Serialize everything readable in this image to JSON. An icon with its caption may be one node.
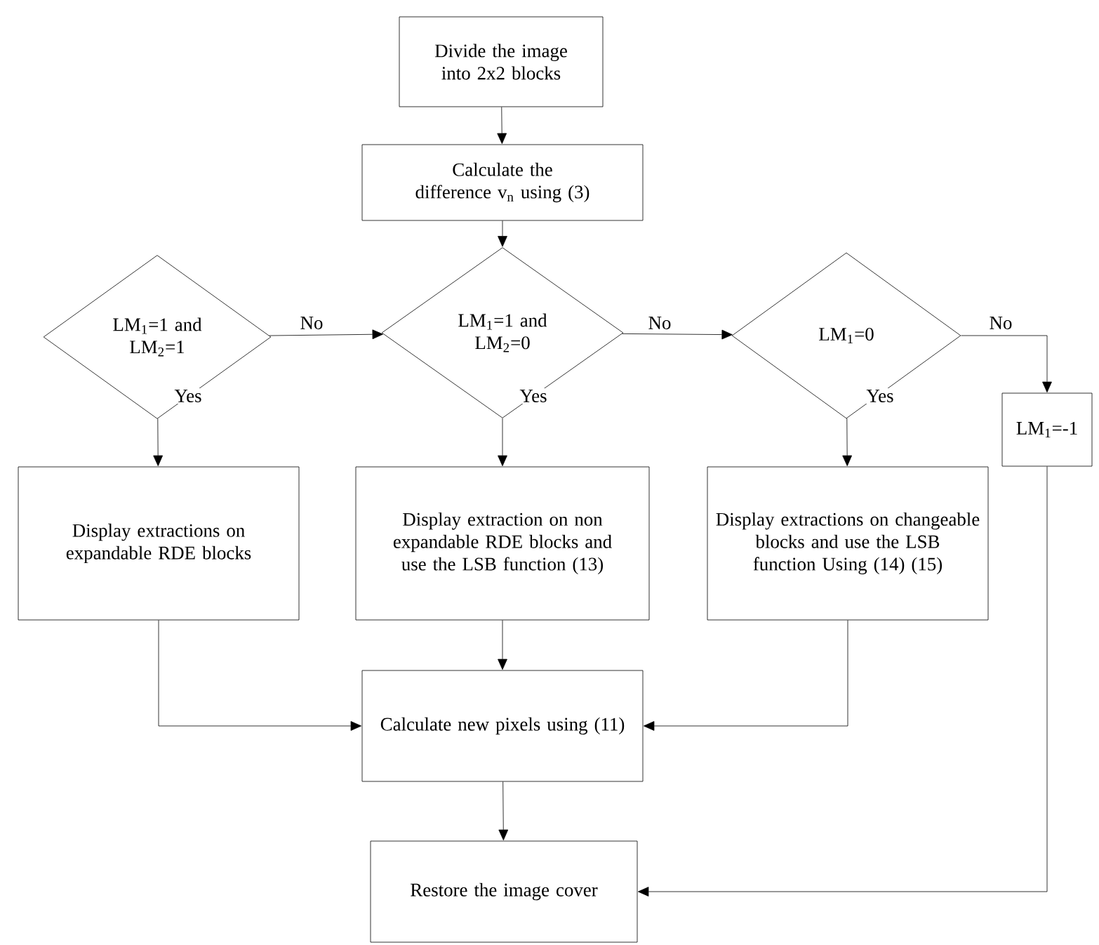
{
  "diagram": {
    "nodes": [
      {
        "text": [
          "Divide the image into 2x2 blocks"
        ]
      },
      {
        "text": [
          "Calculate the difference v$_{n}$ using (3)"
        ]
      },
      {
        "text": [
          "LM$_{1}$=1 and LM$_{2}$=1"
        ]
      },
      {
        "text": [
          "LM$_{1}$=1 and LM$_{2}$=0"
        ]
      },
      {
        "text": [
          "LM$_{1}$=0"
        ]
      },
      {
        "text": [
          "LM$_{1}$=-1"
        ]
      },
      {
        "text": [
          "Display extractions on expandable RDE blocks"
        ]
      },
      {
        "text": [
          "Display extraction on non expandable RDE blocks and use the LSB function (13)"
        ]
      },
      {
        "text": [
          "Display extractions on changeable blocks and use the LSB function Using (14) (15)"
        ]
      },
      {
        "text": [
          "Calculate new pixels using (11)"
        ]
      },
      {
        "text": [
          "Restore the image cover"
        ]
      }
    ],
    "edges": [
      {
        "from": 0,
        "to": 1,
        "arrow": "to"
      },
      {
        "from": 1,
        "to": 3,
        "arrow": "to"
      },
      {
        "from": 2,
        "to": 3,
        "arrow": "to",
        "label": "No"
      },
      {
        "from": 3,
        "to": 4,
        "arrow": "to",
        "label": "No"
      },
      {
        "from": 4,
        "to": 5,
        "arrow": "to",
        "label": "No"
      },
      {
        "from": 2,
        "to": 6,
        "arrow": "to",
        "label": "Yes"
      },
      {
        "from": 3,
        "to": 7,
        "arrow": "to",
        "label": "Yes"
      },
      {
        "from": 4,
        "to": 8,
        "arrow": "to",
        "label": "Yes"
      },
      {
        "from": 6,
        "to": 9,
        "arrow": "to"
      },
      {
        "from": 7,
        "to": 9,
        "arrow": "to"
      },
      {
        "from": 8,
        "to": 9,
        "arrow": "to"
      },
      {
        "from": 9,
        "to": 10,
        "arrow": "to"
      },
      {
        "from": 5,
        "to": 10,
        "arrow": "to"
      }
    ]
  }
}
